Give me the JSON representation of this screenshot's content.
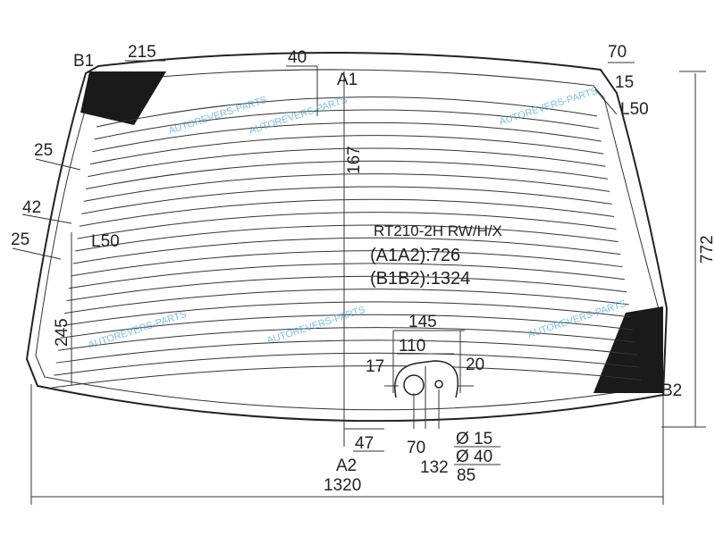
{
  "title": "RT210-2H RW/H/X",
  "specs": {
    "a1a2": "(A1A2):726",
    "b1b2": "(B1B2):1324"
  },
  "points": {
    "a1": "A1",
    "a2": "A2",
    "b1": "B1",
    "b2": "B2"
  },
  "dimensions": {
    "top_left": "215",
    "top_center": "40",
    "top_right": "70",
    "right_15": "15",
    "right_l50": "L50",
    "height_167": "167",
    "left_25a": "25",
    "left_42": "42",
    "left_l50": "L50",
    "left_25b": "25",
    "left_245": "245",
    "height_772": "772",
    "w145": "145",
    "w110": "110",
    "d17": "17",
    "d20": "20",
    "d47": "47",
    "d70": "70",
    "d132": "132",
    "d85": "85",
    "dia15": "Ø 15",
    "dia40": "Ø 40",
    "width_1320": "1320"
  },
  "watermark": "AUTOREVERS-PARTS",
  "colors": {
    "watermark": "#4aa8e6",
    "ink": "#222222",
    "ceramic": "#1a1a1a"
  }
}
